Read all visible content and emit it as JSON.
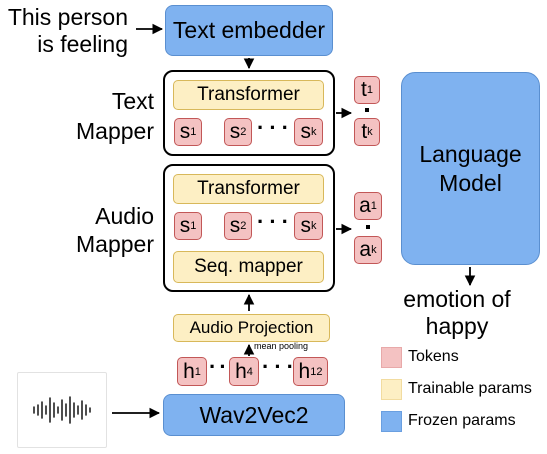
{
  "input_text": [
    "This person",
    "is feeling"
  ],
  "text_embedder": "Text embedder",
  "text_mapper_label": [
    "Text",
    "Mapper"
  ],
  "text_mapper": {
    "transformer": "Transformer",
    "tokens": [
      {
        "base": "s",
        "sub": "1"
      },
      {
        "base": "s",
        "sub": "2"
      },
      {
        "base": "s",
        "sub": "k"
      }
    ]
  },
  "text_out": [
    {
      "base": "t",
      "sub": "1"
    },
    {
      "base": "t",
      "sub": "k"
    }
  ],
  "audio_mapper_label": [
    "Audio",
    "Mapper"
  ],
  "audio_mapper": {
    "transformer": "Transformer",
    "tokens": [
      {
        "base": "s",
        "sub": "1"
      },
      {
        "base": "s",
        "sub": "2"
      },
      {
        "base": "s",
        "sub": "k"
      }
    ],
    "seq_mapper": "Seq. mapper"
  },
  "audio_out": [
    {
      "base": "a",
      "sub": "1"
    },
    {
      "base": "a",
      "sub": "k"
    }
  ],
  "language_model": [
    "Language",
    "Model"
  ],
  "output_text": [
    "emotion of",
    "happy"
  ],
  "audio_projection": "Audio Projection",
  "mean_pooling": "mean pooling",
  "hidden": [
    {
      "base": "h",
      "sub": "1"
    },
    {
      "base": "h",
      "sub": "4"
    },
    {
      "base": "h",
      "sub": "12"
    }
  ],
  "wav2vec": "Wav2Vec2",
  "legend": [
    {
      "label": "Tokens",
      "kind": "token"
    },
    {
      "label": "Trainable params",
      "kind": "trainable"
    },
    {
      "label": "Frozen params",
      "kind": "frozen"
    }
  ],
  "colors": {
    "frozen": "#7fb2f0",
    "trainable": "#fdefc4",
    "token": "#f4c2c2"
  },
  "icons": {
    "waveform": "audio-waveform-icon"
  }
}
